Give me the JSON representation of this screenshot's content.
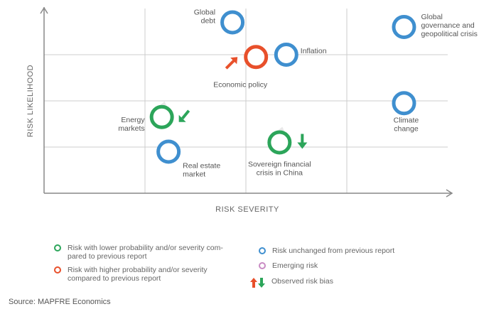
{
  "colors": {
    "lower": "#2ca55a",
    "higher": "#e8502b",
    "unchanged": "#3f8fcf",
    "emerging": "#c98bc4",
    "grid": "#cccccc",
    "axis": "#888888"
  },
  "chart_data": {
    "type": "scatter",
    "xlabel": "RISK SEVERITY",
    "ylabel": "RISK LIKELIHOOD",
    "grid": true,
    "points": [
      {
        "name": "Global debt",
        "label_lines": [
          "Global",
          "debt"
        ],
        "x": 2.8,
        "y": 3.7,
        "status": "unchanged",
        "bias": "none"
      },
      {
        "name": "Global governance and geopolitical crisis",
        "label_lines": [
          "Global",
          "governance and",
          "geopolitical crisis"
        ],
        "x": 5.35,
        "y": 3.6,
        "status": "unchanged",
        "bias": "none"
      },
      {
        "name": "Economic policy",
        "label_lines": [
          "Economic policy"
        ],
        "x": 3.15,
        "y": 2.95,
        "status": "higher",
        "bias": "up"
      },
      {
        "name": "Inflation",
        "label_lines": [
          "Inflation"
        ],
        "x": 3.6,
        "y": 3.0,
        "status": "unchanged",
        "bias": "none"
      },
      {
        "name": "Climate change",
        "label_lines": [
          "Climate",
          "change"
        ],
        "x": 5.35,
        "y": 1.95,
        "status": "unchanged",
        "bias": "none"
      },
      {
        "name": "Energy markets",
        "label_lines": [
          "Energy",
          "markets"
        ],
        "x": 1.75,
        "y": 1.65,
        "status": "lower",
        "bias": "down"
      },
      {
        "name": "Real estate market",
        "label_lines": [
          "Real estate",
          "market"
        ],
        "x": 1.85,
        "y": 0.9,
        "status": "unchanged",
        "bias": "none"
      },
      {
        "name": "Sovereign financial crisis in China",
        "label_lines": [
          "Sovereign financial",
          "crisis in China"
        ],
        "x": 3.5,
        "y": 1.1,
        "status": "lower",
        "bias": "down"
      }
    ]
  },
  "legend": {
    "lower": [
      "Risk with lower probability and/or severity com-",
      "pared to previous report"
    ],
    "higher": [
      "Risk with higher probability and/or severity",
      "compared to previous report"
    ],
    "unchanged": "Risk unchanged from previous report",
    "emerging": "Emerging risk",
    "bias": "Observed risk bias"
  },
  "source": "Source: MAPFRE Economics"
}
